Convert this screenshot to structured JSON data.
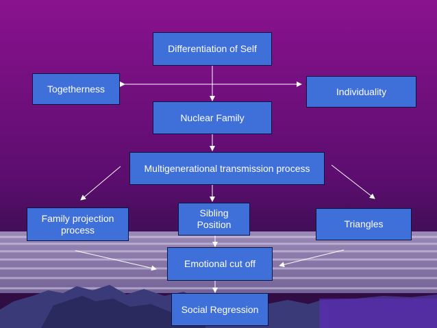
{
  "diagram": {
    "nodes": {
      "differentiation": "Differentiation of Self",
      "togetherness": "Togetherness",
      "individuality": "Individuality",
      "nuclear": "Nuclear Family",
      "multigenerational": "Multigenerational transmission process",
      "family_projection": "Family projection\nprocess",
      "sibling": "Sibling\nPosition",
      "triangles": "Triangles",
      "emotional": "Emotional cut off",
      "social": "Social Regression"
    },
    "edges": [
      [
        "togetherness",
        "individuality",
        "bidirectional"
      ],
      [
        "differentiation",
        "nuclear"
      ],
      [
        "nuclear",
        "multigenerational"
      ],
      [
        "multigenerational",
        "family_projection"
      ],
      [
        "multigenerational",
        "sibling"
      ],
      [
        "multigenerational",
        "triangles"
      ],
      [
        "family_projection",
        "emotional"
      ],
      [
        "sibling",
        "emotional"
      ],
      [
        "triangles",
        "emotional"
      ],
      [
        "emotional",
        "social"
      ]
    ]
  },
  "colors": {
    "background_top": "#7a0f8a",
    "background_bottom": "#3a0f52",
    "box_fill": "#3f6fd8",
    "box_border": "#0a1440",
    "arrow": "#ffffff"
  }
}
